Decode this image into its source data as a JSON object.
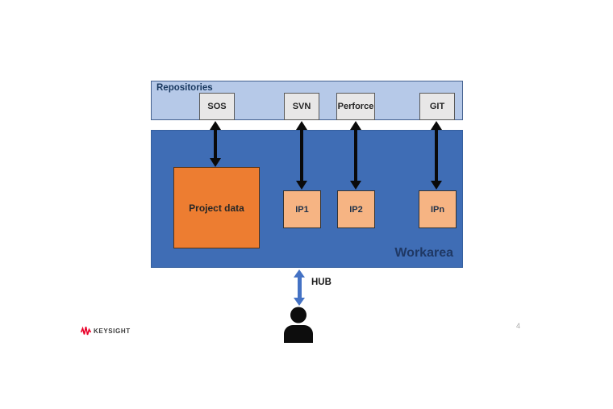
{
  "colors": {
    "repositories_band_bg": "#b6c9e8",
    "repositories_band_border": "#44618f",
    "workarea_bg": "#3f6db5",
    "repo_box_bg": "#e8e7e7",
    "project_data_bg": "#ed7d31",
    "ip_box_bg": "#f6b483",
    "arrow_black": "#0a0a0a",
    "hub_arrow_blue": "#4472c4",
    "label_navy": "#1f3864",
    "brand_red": "#e90029"
  },
  "diagram": {
    "repositories": {
      "label": "Repositories",
      "items": [
        "SOS",
        "SVN",
        "Perforce",
        "GIT"
      ]
    },
    "workarea": {
      "label": "Workarea",
      "project_data_label": "Project data",
      "ip_items": [
        "IP1",
        "IP2",
        "IPn"
      ]
    },
    "hub_label": "HUB",
    "icons": {
      "user": "person-icon",
      "brand_mark": "keysight-waveform-icon"
    }
  },
  "footer": {
    "brand": "KEYSIGHT",
    "page_number": "4"
  }
}
